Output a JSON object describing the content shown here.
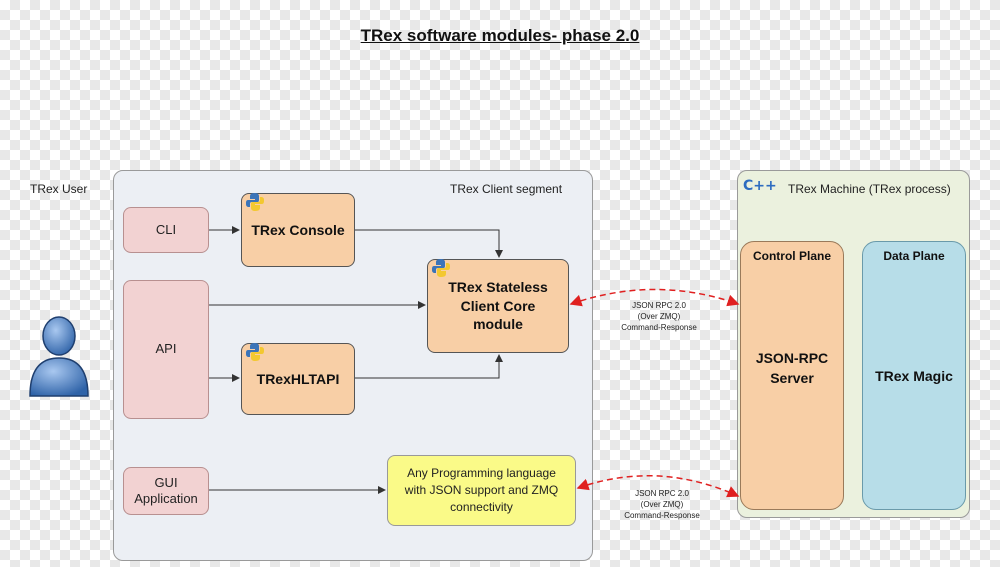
{
  "title": "TRex software modules- phase 2.0",
  "user": {
    "label": "TRex User",
    "icon": "person-icon"
  },
  "client_segment": {
    "label": "TRex Client segment",
    "inputs": {
      "cli": "CLI",
      "api": "API",
      "gui_line1": "GUI",
      "gui_line2": "Application"
    },
    "modules": {
      "console": "TRex Console",
      "hltapi": "TRexHLTAPI",
      "core_line1": "TRex Stateless",
      "core_line2": "Client Core",
      "core_line3": "module",
      "any_line1": "Any Programming language",
      "any_line2": "with JSON support and ZMQ",
      "any_line3": "connectivity"
    }
  },
  "machine_segment": {
    "cpp_logo": "C++",
    "label": "TRex Machine (TRex process)",
    "control_plane": {
      "header": "Control Plane",
      "body_line1": "JSON-RPC",
      "body_line2": "Server"
    },
    "data_plane": {
      "header": "Data Plane",
      "body": "TRex Magic"
    }
  },
  "links": {
    "top": {
      "line1": "JSON RPC 2.0",
      "line2": "(Over ZMQ)",
      "line3": "Command-Response"
    },
    "bottom": {
      "line1": "JSON RPC 2.0",
      "line2": "(Over ZMQ)",
      "line3": "Command-Response"
    }
  },
  "colors": {
    "client_bg": "#eceff4",
    "machine_bg": "#ebf1de",
    "input_box": "#f2d2d2",
    "python_module": "#f8cfa6",
    "control_plane": "#f8cfa6",
    "data_plane": "#b7dde8",
    "any_language": "#fafa88",
    "rpc_arrow": "#e02020",
    "user_icon": "#4a7fc1"
  }
}
